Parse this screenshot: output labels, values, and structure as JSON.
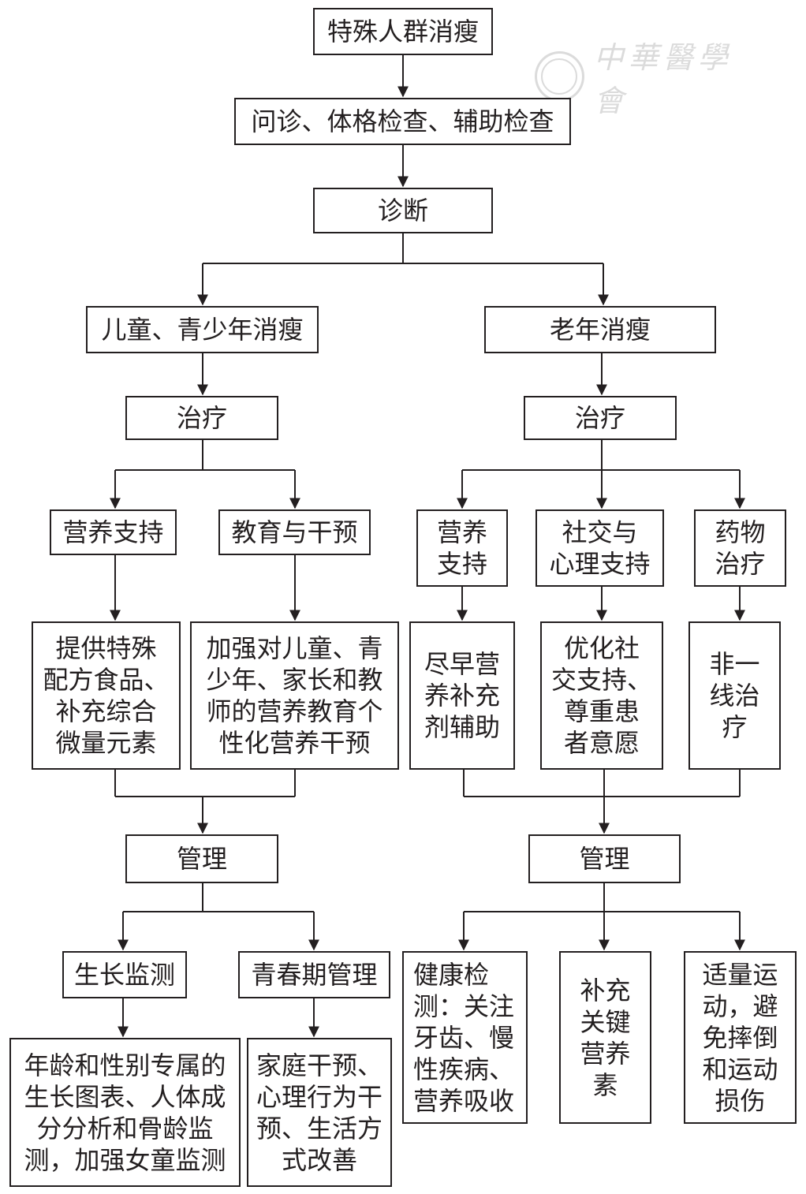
{
  "watermark": {
    "text": "中華醫學會"
  },
  "nodes": {
    "root": "特殊人群消瘦",
    "exam": "问诊、体格检查、辅助检查",
    "diagnosis": "诊断",
    "child_branch": "儿童、青少年消瘦",
    "elderly_branch": "老年消瘦",
    "child_treatment": "治疗",
    "elderly_treatment": "治疗",
    "child_nutrition": "营养支持",
    "child_education": "教育与干预",
    "elderly_nutrition": [
      "营养",
      "支持"
    ],
    "elderly_social": [
      "社交与",
      "心理支持"
    ],
    "elderly_drug": [
      "药物",
      "治疗"
    ],
    "child_nutrition_detail": [
      "提供特殊",
      "配方食品、",
      "补充综合",
      "微量元素"
    ],
    "child_education_detail": [
      "加强对儿童、青",
      "少年、家长和教",
      "师的营养教育个",
      "性化营养干预"
    ],
    "elderly_nutrition_detail": [
      "尽早营",
      "养补充",
      "剂辅助"
    ],
    "elderly_social_detail": [
      "优化社",
      "交支持、",
      "尊重患",
      "者意愿"
    ],
    "elderly_drug_detail": [
      "非一",
      "线治",
      "疗"
    ],
    "child_management": "管理",
    "elderly_management": "管理",
    "child_growth": "生长监测",
    "child_puberty": "青春期管理",
    "child_growth_detail": [
      "年龄和性别专属的",
      "生长图表、人体成",
      "分分析和骨龄监",
      "测，加强女童监测"
    ],
    "child_puberty_detail": [
      "家庭干预、",
      "心理行为干",
      "预、生活方",
      "式改善"
    ],
    "elderly_health": [
      "健康检",
      "测：关注",
      "牙齿、慢",
      "性疾病、",
      "营养吸收"
    ],
    "elderly_nutrients": [
      "补充",
      "关键",
      "营养",
      "素"
    ],
    "elderly_exercise": [
      "适量运",
      "动，避",
      "免摔倒",
      "和运动",
      "损伤"
    ]
  }
}
